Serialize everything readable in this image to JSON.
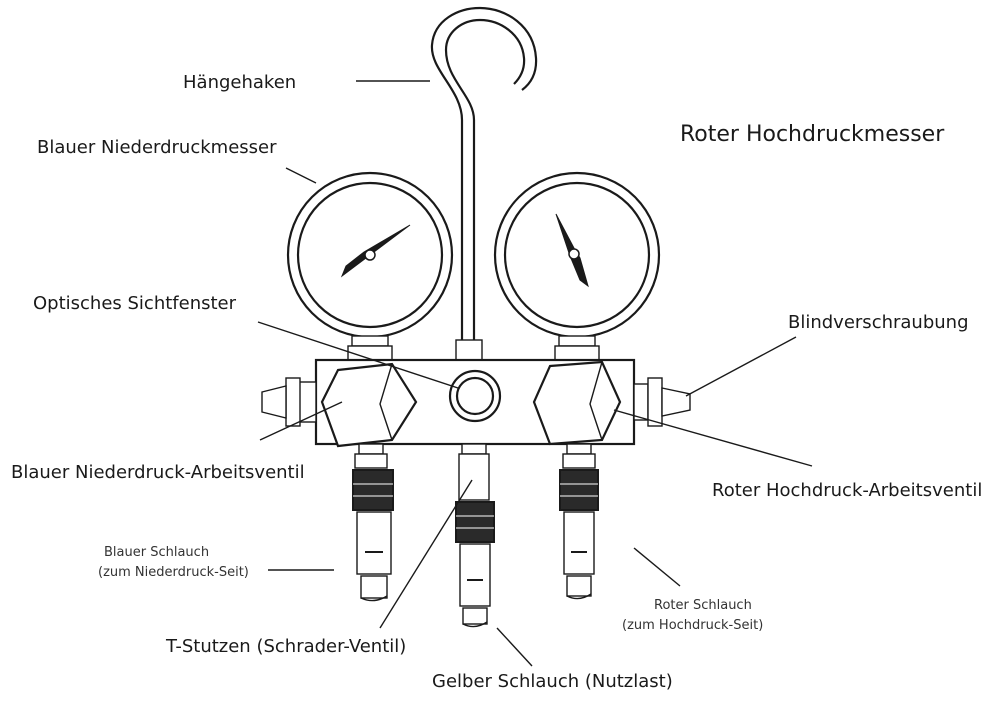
{
  "labels": {
    "hook": "Hängehaken",
    "blue_gauge": "Blauer Niederdruckmesser",
    "red_gauge": "Roter Hochdruckmesser",
    "sight_glass": "Optisches Sichtfenster",
    "blind_fitting": "Blindverschraubung",
    "blue_valve": "Blauer Niederdruck-Arbeitsventil",
    "red_valve": "Roter Hochdruck-Arbeitsventil",
    "blue_hose_line1": "Blauer Schlauch",
    "blue_hose_line2": "(zum Niederdruck-Seit)",
    "red_hose_line1": "Roter Schlauch",
    "red_hose_line2": "(zum Hochdruck-Seit)",
    "t_fitting": "T-Stutzen (Schrader-Ventil)",
    "yellow_hose": "Gelber Schlauch (Nutzlast)"
  },
  "icons": {
    "gauge": "pressure-gauge-icon",
    "valve": "hex-valve-icon"
  },
  "colors": {
    "ink": "#1a1a1a",
    "background": "#ffffff"
  }
}
